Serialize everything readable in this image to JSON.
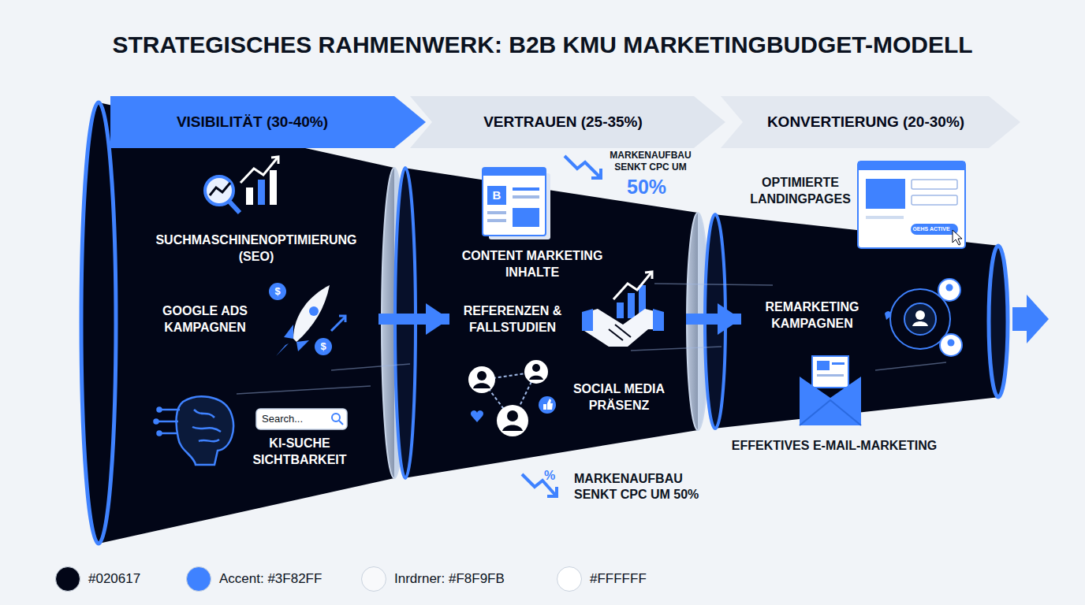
{
  "diagram": {
    "title": "STRATEGISCHES RAHMENWERK: B2B KMU MARKETINGBUDGET-MODELL",
    "nodes": [
      {
        "text": [
          "VISIBILITÄT (30-40%)"
        ]
      },
      {
        "text": [
          "VERTRAUEN (25-35%)"
        ]
      },
      {
        "text": [
          "KONVERTIERUNG (20-30%)"
        ]
      },
      {
        "text": [
          "SUCHMASCHINENOPTIMIERUNG (SEO)",
          "GOOGLE ADS KAMPAGNEN",
          "KI-SUCHE SICHTBARKEIT"
        ]
      },
      {
        "text": [
          "CONTENT MARKETING INHALTE",
          "REFERENZEN & FALLSTUDIEN",
          "SOCIAL MEDIA PRÄSENZ"
        ]
      },
      {
        "text": [
          "OPTIMIERTE LANDINGPAGES",
          "REMARKETING KAMPAGNEN",
          "EFFEKTIVES E-MAIL-MARKETING"
        ]
      }
    ],
    "edges": [
      {
        "from": 3,
        "to": 4,
        "arrow": "to"
      },
      {
        "from": 4,
        "to": 5,
        "arrow": "to"
      }
    ],
    "labels": [
      "MARKENAUFBAU SENKT CPC UM",
      "50%",
      "MARKENAUFBAU SENKT CPC UM 50%",
      "Search...",
      "B",
      "$",
      "$",
      "%",
      "GEHS ACTIVE"
    ],
    "legend": [
      {
        "text": "#020617",
        "color": "#020617"
      },
      {
        "text": "Accent: #3F82FF",
        "color": "#3F82FF"
      },
      {
        "text": "Inrdrner: #F8F9FB",
        "color": "#F8F9FB"
      },
      {
        "text": "#FFFFFF",
        "color": "#FFFFFF"
      }
    ]
  }
}
